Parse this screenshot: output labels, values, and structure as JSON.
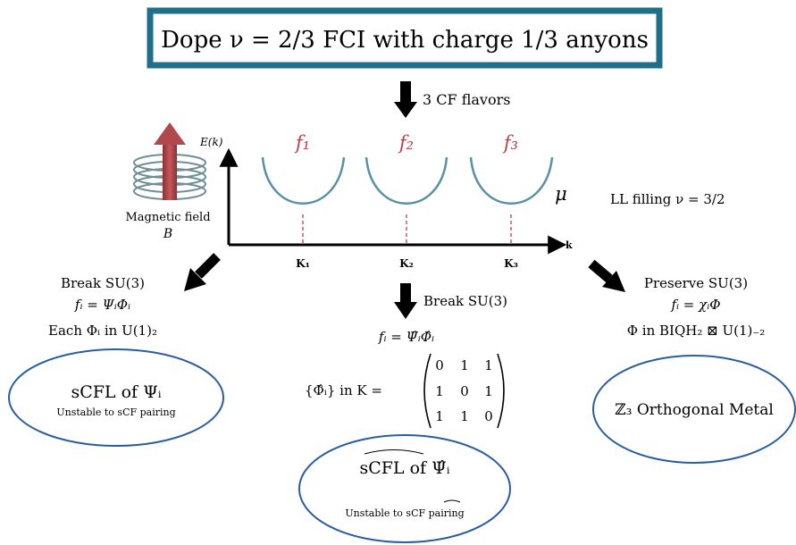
{
  "title": "Dope ν = 2/3 FCI with charge 1/3 anyons",
  "top_arrow_label": "3 CF flavors",
  "magnetic": {
    "line1": "Magnetic field",
    "line2": "B"
  },
  "axis": {
    "y": "E(k)",
    "x": "k"
  },
  "flavors": [
    "f₁",
    "f₂",
    "f₃"
  ],
  "k_points": [
    "K₁",
    "K₂",
    "K₃"
  ],
  "mu": "μ",
  "ll_filling": "LL filling ν = 3/2",
  "left": {
    "l1": "Break SU(3)",
    "l2": "fᵢ = ΨᵢΦᵢ",
    "l3": "Each Φᵢ in U(1)₂",
    "ell_main": "sCFL of Ψᵢ",
    "ell_sub": "Unstable to sCF pairing"
  },
  "middle": {
    "l1": "Break SU(3)",
    "l2": "fᵢ = Ψ̂ᵢΦ̂ᵢ",
    "l3_prefix": "{Φ̂ᵢ} in K =",
    "matrix": [
      [
        "0",
        "1",
        "1"
      ],
      [
        "1",
        "0",
        "1"
      ],
      [
        "1",
        "1",
        "0"
      ]
    ],
    "ell_main": "sCFL of Ψ̂ᵢ",
    "ell_sub": "Unstable to sCF pairing"
  },
  "right": {
    "l1": "Preserve SU(3)",
    "l2": "fᵢ = χᵢΦ",
    "l3": "Φ in BIQH₂ ⊠ U(1)₋₂",
    "ell_main": "ℤ₃ Orthogonal Metal"
  },
  "colors": {
    "box_border": "#1f6f8b",
    "band": "#5a8fa8",
    "flavor": "#b5434a",
    "ellipse": "#2a5d9f",
    "arrow_red": "#a94346"
  }
}
